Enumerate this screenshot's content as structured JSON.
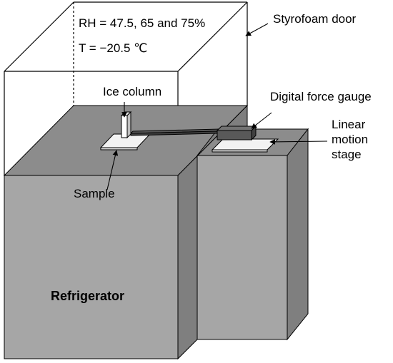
{
  "labels": {
    "rh": "RH = 47.5, 65 and 75%",
    "temp": "T = −20.5 ℃",
    "styrofoam_door": "Styrofoam door",
    "ice_column": "Ice column",
    "digital_force_gauge": "Digital force gauge",
    "linear_motion_stage": [
      "Linear",
      "motion",
      "stage"
    ],
    "sample": "Sample",
    "refrigerator": "Refrigerator"
  },
  "colors": {
    "front_face": "#a6a6a6",
    "top_face": "#8c8c8c",
    "side_face": "#7f7f7f",
    "gauge": "#595959",
    "plate": "#f2f2f2",
    "outline": "#000000"
  }
}
